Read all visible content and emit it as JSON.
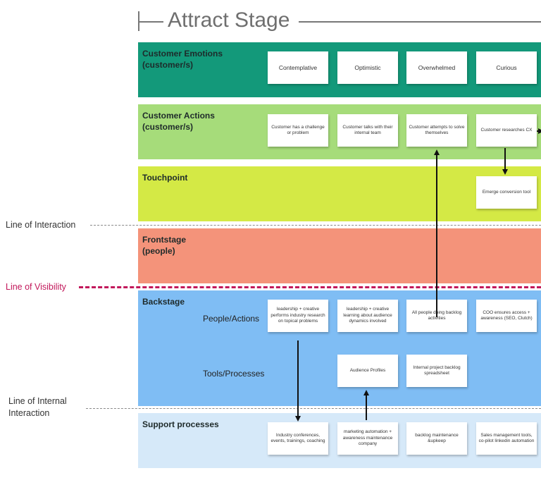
{
  "stage": {
    "title": "Attract Stage"
  },
  "lanes": {
    "emotions": {
      "title": "Customer Emotions\n(customer/s)",
      "color": "#13997a"
    },
    "actions": {
      "title": "Customer Actions\n(customer/s)",
      "color": "#a6dc7a"
    },
    "touchpoint": {
      "title": "Touchpoint",
      "color": "#d4e945"
    },
    "frontstage": {
      "title": "Frontstage\n(people)",
      "color": "#f4937a"
    },
    "backstage": {
      "title": "Backstage",
      "color": "#7fbdf4",
      "sub_people": "People/Actions",
      "sub_tools": "Tools/Processes"
    },
    "support": {
      "title": "Support processes",
      "color": "#d6e9f9"
    }
  },
  "cards": {
    "emotions": [
      "Contemplative",
      "Optimistic",
      "Overwhelmed",
      "Curious"
    ],
    "actions": [
      "Customer has a challenge or problem",
      "Customer talks with their internal team",
      "Customer attempts to solve themselves",
      "Customer researches CX"
    ],
    "touchpoint": [
      "Emerge conversion tool"
    ],
    "backstage_people": [
      "leadership + creative performs industry research on topical problems",
      "leadership + creative learning about audience dynamics involved",
      "All people doing backlog activities",
      "COO ensures access + awareness (SEO, Clutch)"
    ],
    "backstage_tools": [
      "Audience Profiles",
      "Internal project backlog spreadsheet"
    ],
    "support": [
      "Industry conferences, events, trainings, coaching",
      "marketing automation + awareness maintenance company",
      "backlog maintenance &upkeep",
      "Sales management tools, co-pilot linkedin automation"
    ]
  },
  "lines": {
    "interaction": "Line of Interaction",
    "visibility": "Line of Visibility",
    "internal": "Line of Internal\nInteraction",
    "visibility_color": "#c2185b"
  }
}
